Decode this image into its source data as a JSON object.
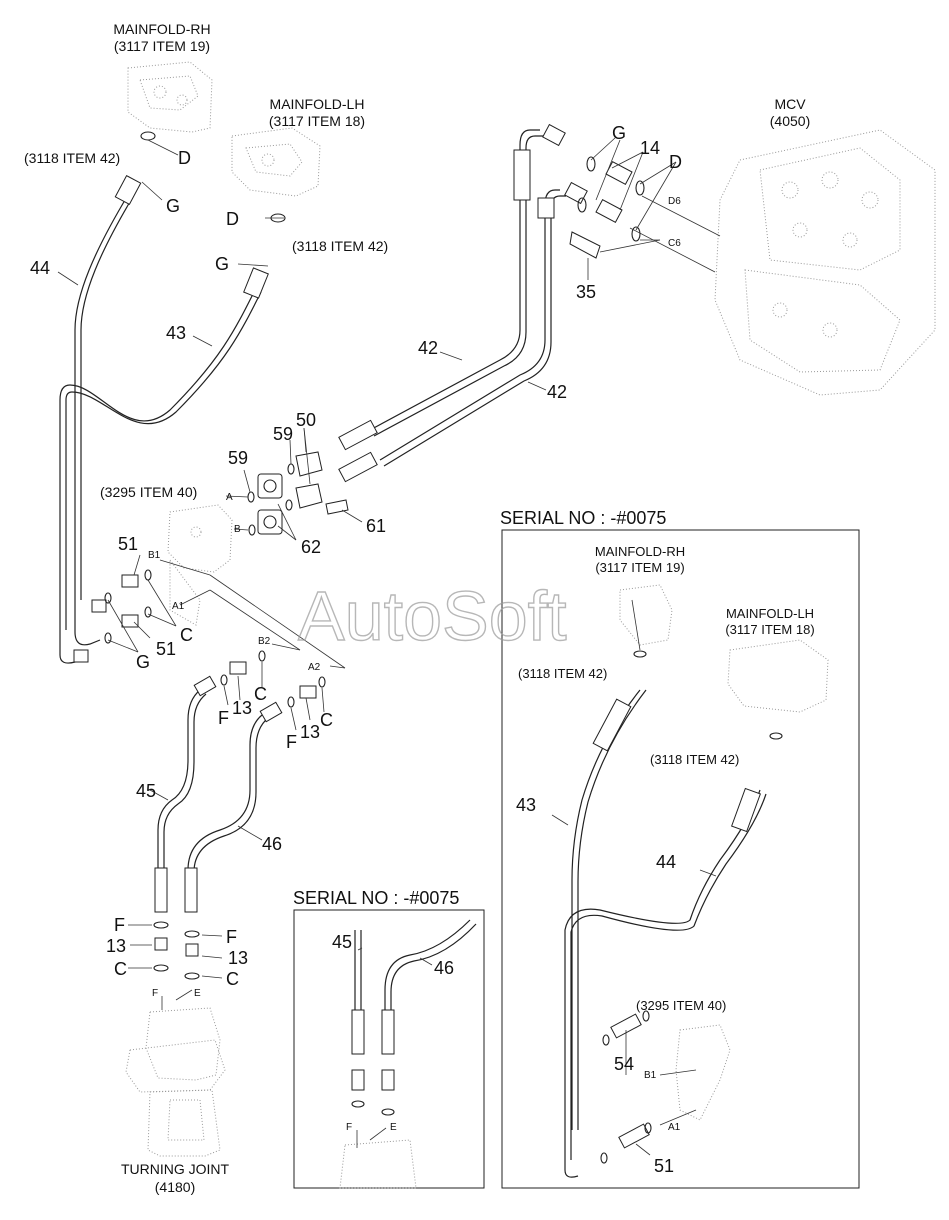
{
  "labels": {
    "manifold_rh": "MAINFOLD-RH",
    "manifold_rh_ref": "(3117 ITEM 19)",
    "manifold_lh": "MAINFOLD-LH",
    "manifold_lh_ref": "(3117 ITEM 18)",
    "mcv": "MCV",
    "mcv_ref": "(4050)",
    "item42_ref": "(3118 ITEM 42)",
    "item40_ref": "(3295 ITEM 40)",
    "turning_joint": "TURNING JOINT",
    "turning_joint_ref": "(4180)",
    "serial": "SERIAL NO : -#0075",
    "watermark": "AutoSoft"
  },
  "letters": {
    "A": "A",
    "B": "B",
    "C": "C",
    "D": "D",
    "E": "E",
    "F": "F",
    "G": "G",
    "A1": "A1",
    "A2": "A2",
    "B1": "B1",
    "B2": "B2",
    "C6": "C6",
    "D6": "D6"
  },
  "numbers": {
    "n13": "13",
    "n14": "14",
    "n35": "35",
    "n42": "42",
    "n43": "43",
    "n44": "44",
    "n45": "45",
    "n46": "46",
    "n50": "50",
    "n51": "51",
    "n54": "54",
    "n59": "59",
    "n61": "61",
    "n62": "62"
  }
}
